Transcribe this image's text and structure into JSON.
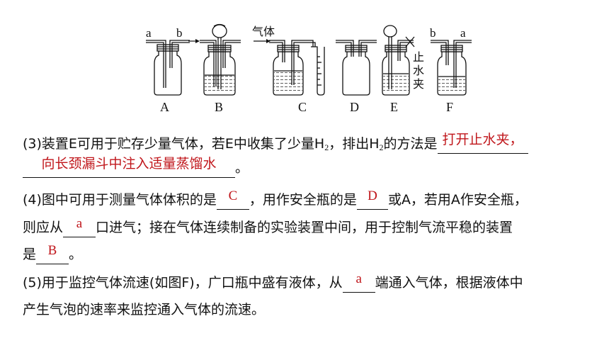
{
  "figure": {
    "ports_a": [
      "a",
      "b"
    ],
    "ports_f": [
      "b",
      "a"
    ],
    "gas_label": "气体",
    "clamp_label": [
      "止",
      "水",
      "夹"
    ],
    "captions": [
      "A",
      "B",
      "C",
      "D",
      "E",
      "F"
    ]
  },
  "q3": {
    "prefix": "(3)装置E可用于贮存少量气体，若E中收集了少量H",
    "sub1": "2",
    "mid": "，排出H",
    "sub2": "2",
    "suffix": "的方法是",
    "answer_line1": "打开止水夹，",
    "answer_line2": "向长颈漏斗中注入适量蒸馏水",
    "end": "。"
  },
  "q4": {
    "part1": "(4)图中可用于测量气体体积的是",
    "answer1": "C",
    "part2": "，用作安全瓶的是",
    "answer2": "D",
    "part3": "或A，若用A作安全瓶，",
    "line2_prefix": "则应从",
    "answer3": "a",
    "line2_suffix": "口进气；接在气体连续制备的实验装置中间，用于控制气流平稳的装置",
    "line3_prefix": "是",
    "answer4": "B",
    "line3_end": "。"
  },
  "q5": {
    "part1": "(5)用于监控气体流速(如图F)，广口瓶中盛有液体，从",
    "answer1": "a",
    "part2": "端通入气体，根据液体中",
    "line2": "产生气泡的速率来监控通入气体的流速。"
  }
}
